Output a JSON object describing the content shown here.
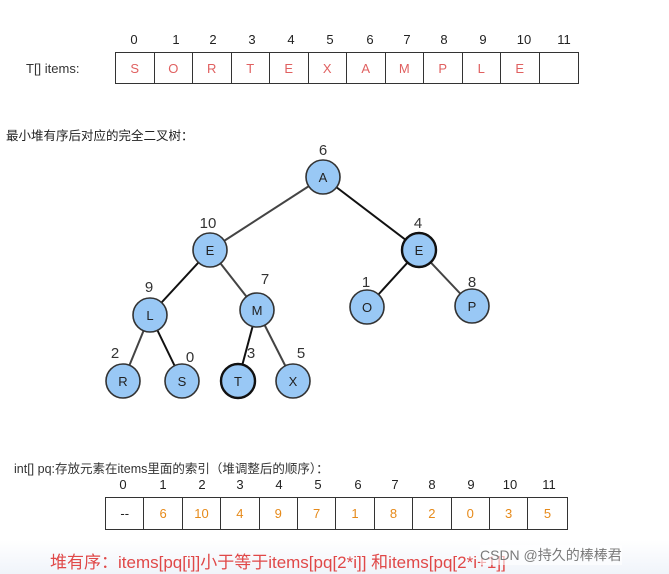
{
  "items_row": {
    "label": "T[] items:",
    "indices": [
      "0",
      "1",
      "2",
      "3",
      "4",
      "5",
      "6",
      "7",
      "8",
      "9",
      "10",
      "11"
    ],
    "values": [
      "S",
      "O",
      "R",
      "T",
      "E",
      "X",
      "A",
      "M",
      "P",
      "L",
      "E",
      ""
    ]
  },
  "heap_heading": "最小堆有序后对应的完全二叉树：",
  "tree": {
    "nodes": [
      {
        "id": "n1",
        "letter": "A",
        "index": "6"
      },
      {
        "id": "n2",
        "letter": "E",
        "index": "10"
      },
      {
        "id": "n3",
        "letter": "E",
        "index": "4"
      },
      {
        "id": "n4",
        "letter": "L",
        "index": "9"
      },
      {
        "id": "n5",
        "letter": "M",
        "index": "7"
      },
      {
        "id": "n6",
        "letter": "O",
        "index": "1"
      },
      {
        "id": "n7",
        "letter": "P",
        "index": "8"
      },
      {
        "id": "n8",
        "letter": "R",
        "index": "2"
      },
      {
        "id": "n9",
        "letter": "S",
        "index": "0"
      },
      {
        "id": "n10",
        "letter": "T",
        "index": "3"
      },
      {
        "id": "n11",
        "letter": "X",
        "index": "5"
      }
    ],
    "node_fill": "#99c8f5",
    "node_stroke": "#1a1a1a"
  },
  "pq_row": {
    "label": "int[] pq:存放元素在items里面的索引（堆调整后的顺序）：",
    "indices": [
      "0",
      "1",
      "2",
      "3",
      "4",
      "5",
      "6",
      "7",
      "8",
      "9",
      "10",
      "11"
    ],
    "values": [
      "--",
      "6",
      "10",
      "4",
      "9",
      "7",
      "1",
      "8",
      "2",
      "0",
      "3",
      "5"
    ]
  },
  "footer": {
    "rule_text": "堆有序：items[pq[i]]小于等于items[pq[2*i]] 和items[pq[2*i+1]]",
    "watermark": "CSDN @持久的棒棒君"
  },
  "colors": {
    "items_text": "#e06060",
    "pq_text": "#e68a1a",
    "footer_text": "#e04848"
  }
}
